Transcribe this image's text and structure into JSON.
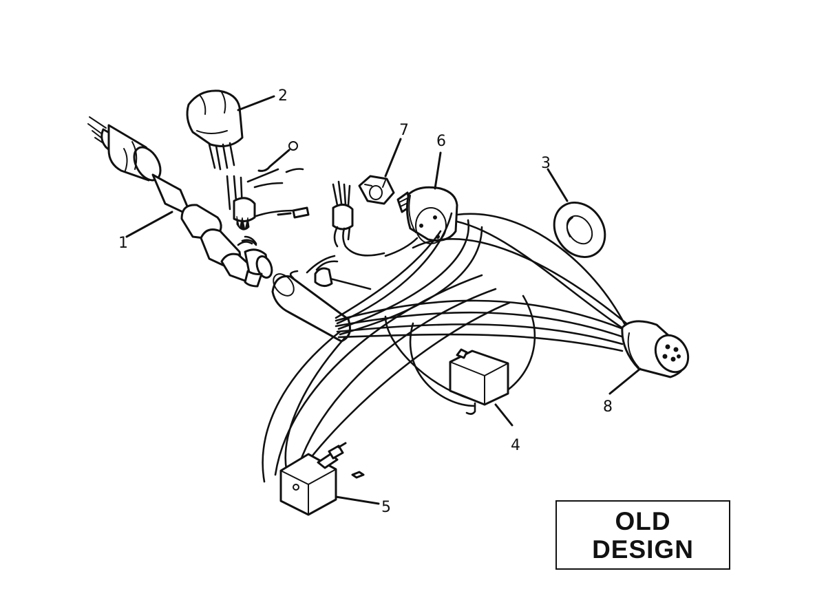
{
  "callouts": {
    "c1": "1",
    "c2": "2",
    "c3": "3",
    "c4": "4",
    "c5": "5",
    "c6": "6",
    "c7": "7",
    "c8": "8"
  },
  "stamp": {
    "line1": "OLD",
    "line2": "DESIGN"
  }
}
